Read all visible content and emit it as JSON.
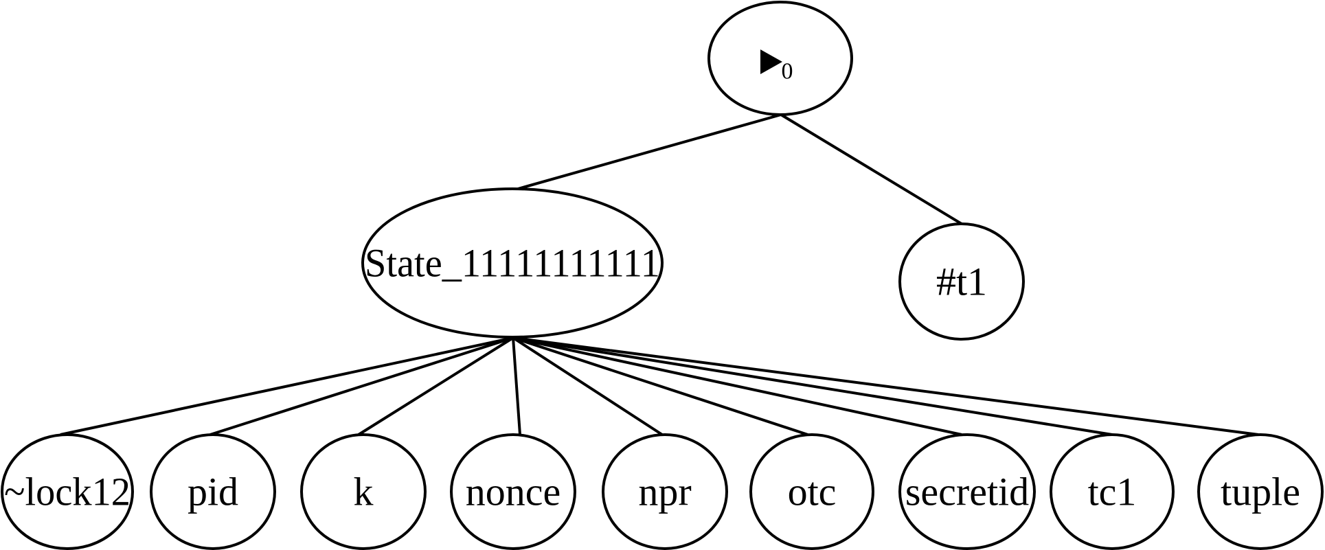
{
  "diagram": {
    "type": "tree",
    "line_color": "#000000",
    "background": "#ffffff",
    "root": {
      "id": "root",
      "symbol": "▶",
      "subscript": "0",
      "icon": "play-triangle-icon"
    },
    "nodes": [
      {
        "id": "state",
        "label": "State_11111111111",
        "parent": "root"
      },
      {
        "id": "t1",
        "label": "#t1",
        "parent": "root"
      },
      {
        "id": "lock12",
        "label": "~lock12",
        "parent": "state"
      },
      {
        "id": "pid",
        "label": "pid",
        "parent": "state"
      },
      {
        "id": "k",
        "label": "k",
        "parent": "state"
      },
      {
        "id": "nonce",
        "label": "nonce",
        "parent": "state"
      },
      {
        "id": "npr",
        "label": "npr",
        "parent": "state"
      },
      {
        "id": "otc",
        "label": "otc",
        "parent": "state"
      },
      {
        "id": "secretid",
        "label": "secretid",
        "parent": "state"
      },
      {
        "id": "tc1",
        "label": "tc1",
        "parent": "state"
      },
      {
        "id": "tuple",
        "label": "tuple",
        "parent": "state"
      }
    ]
  }
}
